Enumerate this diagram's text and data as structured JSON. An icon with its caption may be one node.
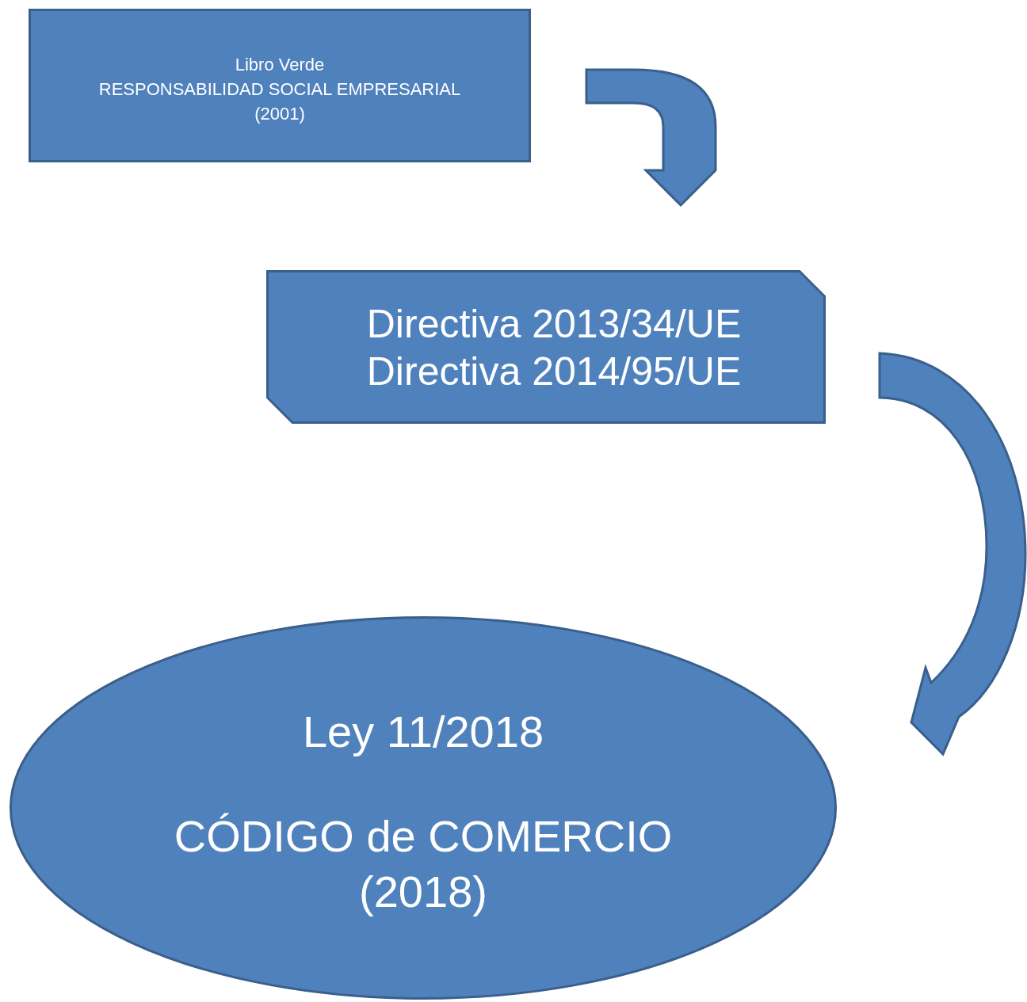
{
  "diagram": {
    "nodes": [
      {
        "text": [
          "Libro Verde",
          "RESPONSABILIDAD SOCIAL EMPRESARIAL",
          "(2001)"
        ]
      },
      {
        "text": [
          "Directiva 2013/34/UE",
          "Directiva 2014/95/UE"
        ]
      },
      {
        "text": [
          "Ley 11/2018",
          "CÓDIGO de COMERCIO",
          "(2018)"
        ]
      }
    ],
    "edges": [
      {
        "from": 0,
        "to": 1,
        "arrow": "to"
      },
      {
        "from": 1,
        "to": 2,
        "arrow": "to"
      }
    ]
  }
}
